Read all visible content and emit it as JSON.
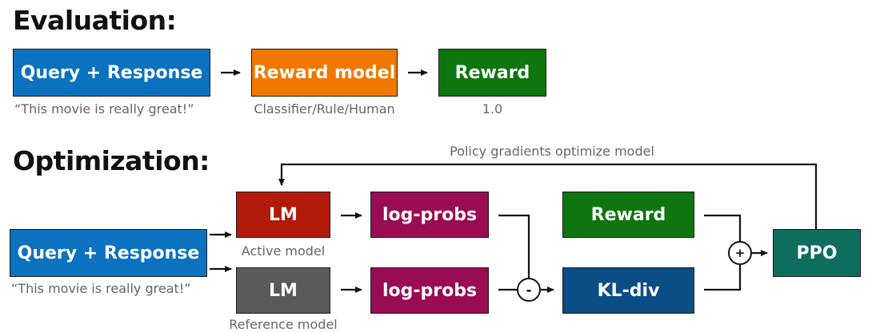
{
  "evaluation": {
    "heading": "Evaluation:",
    "query_box": "Query + Response",
    "query_caption": "“This movie is really great!”",
    "reward_model_box": "Reward model",
    "reward_model_caption": "Classifier/Rule/Human",
    "reward_box": "Reward",
    "reward_caption": "1.0"
  },
  "optimization": {
    "heading": "Optimization:",
    "feedback_label": "Policy gradients optimize model",
    "query_box": "Query + Response",
    "query_caption": "“This movie is really great!”",
    "active_lm_box": "LM",
    "active_lm_caption": "Active model",
    "reference_lm_box": "LM",
    "reference_lm_caption": "Reference model",
    "active_logprobs_box": "log-probs",
    "reference_logprobs_box": "log-probs",
    "minus_symbol": "-",
    "reward_box": "Reward",
    "kl_box": "KL-div",
    "plus_symbol": "+",
    "ppo_box": "PPO"
  },
  "colors": {
    "query": "#0b72bf",
    "reward_model": "#f07800",
    "reward": "#0f760f",
    "active_lm": "#b21a0a",
    "reference_lm": "#5a5a5a",
    "logprobs": "#990c53",
    "kl_div": "#0b4e86",
    "ppo": "#0d6e5f"
  }
}
